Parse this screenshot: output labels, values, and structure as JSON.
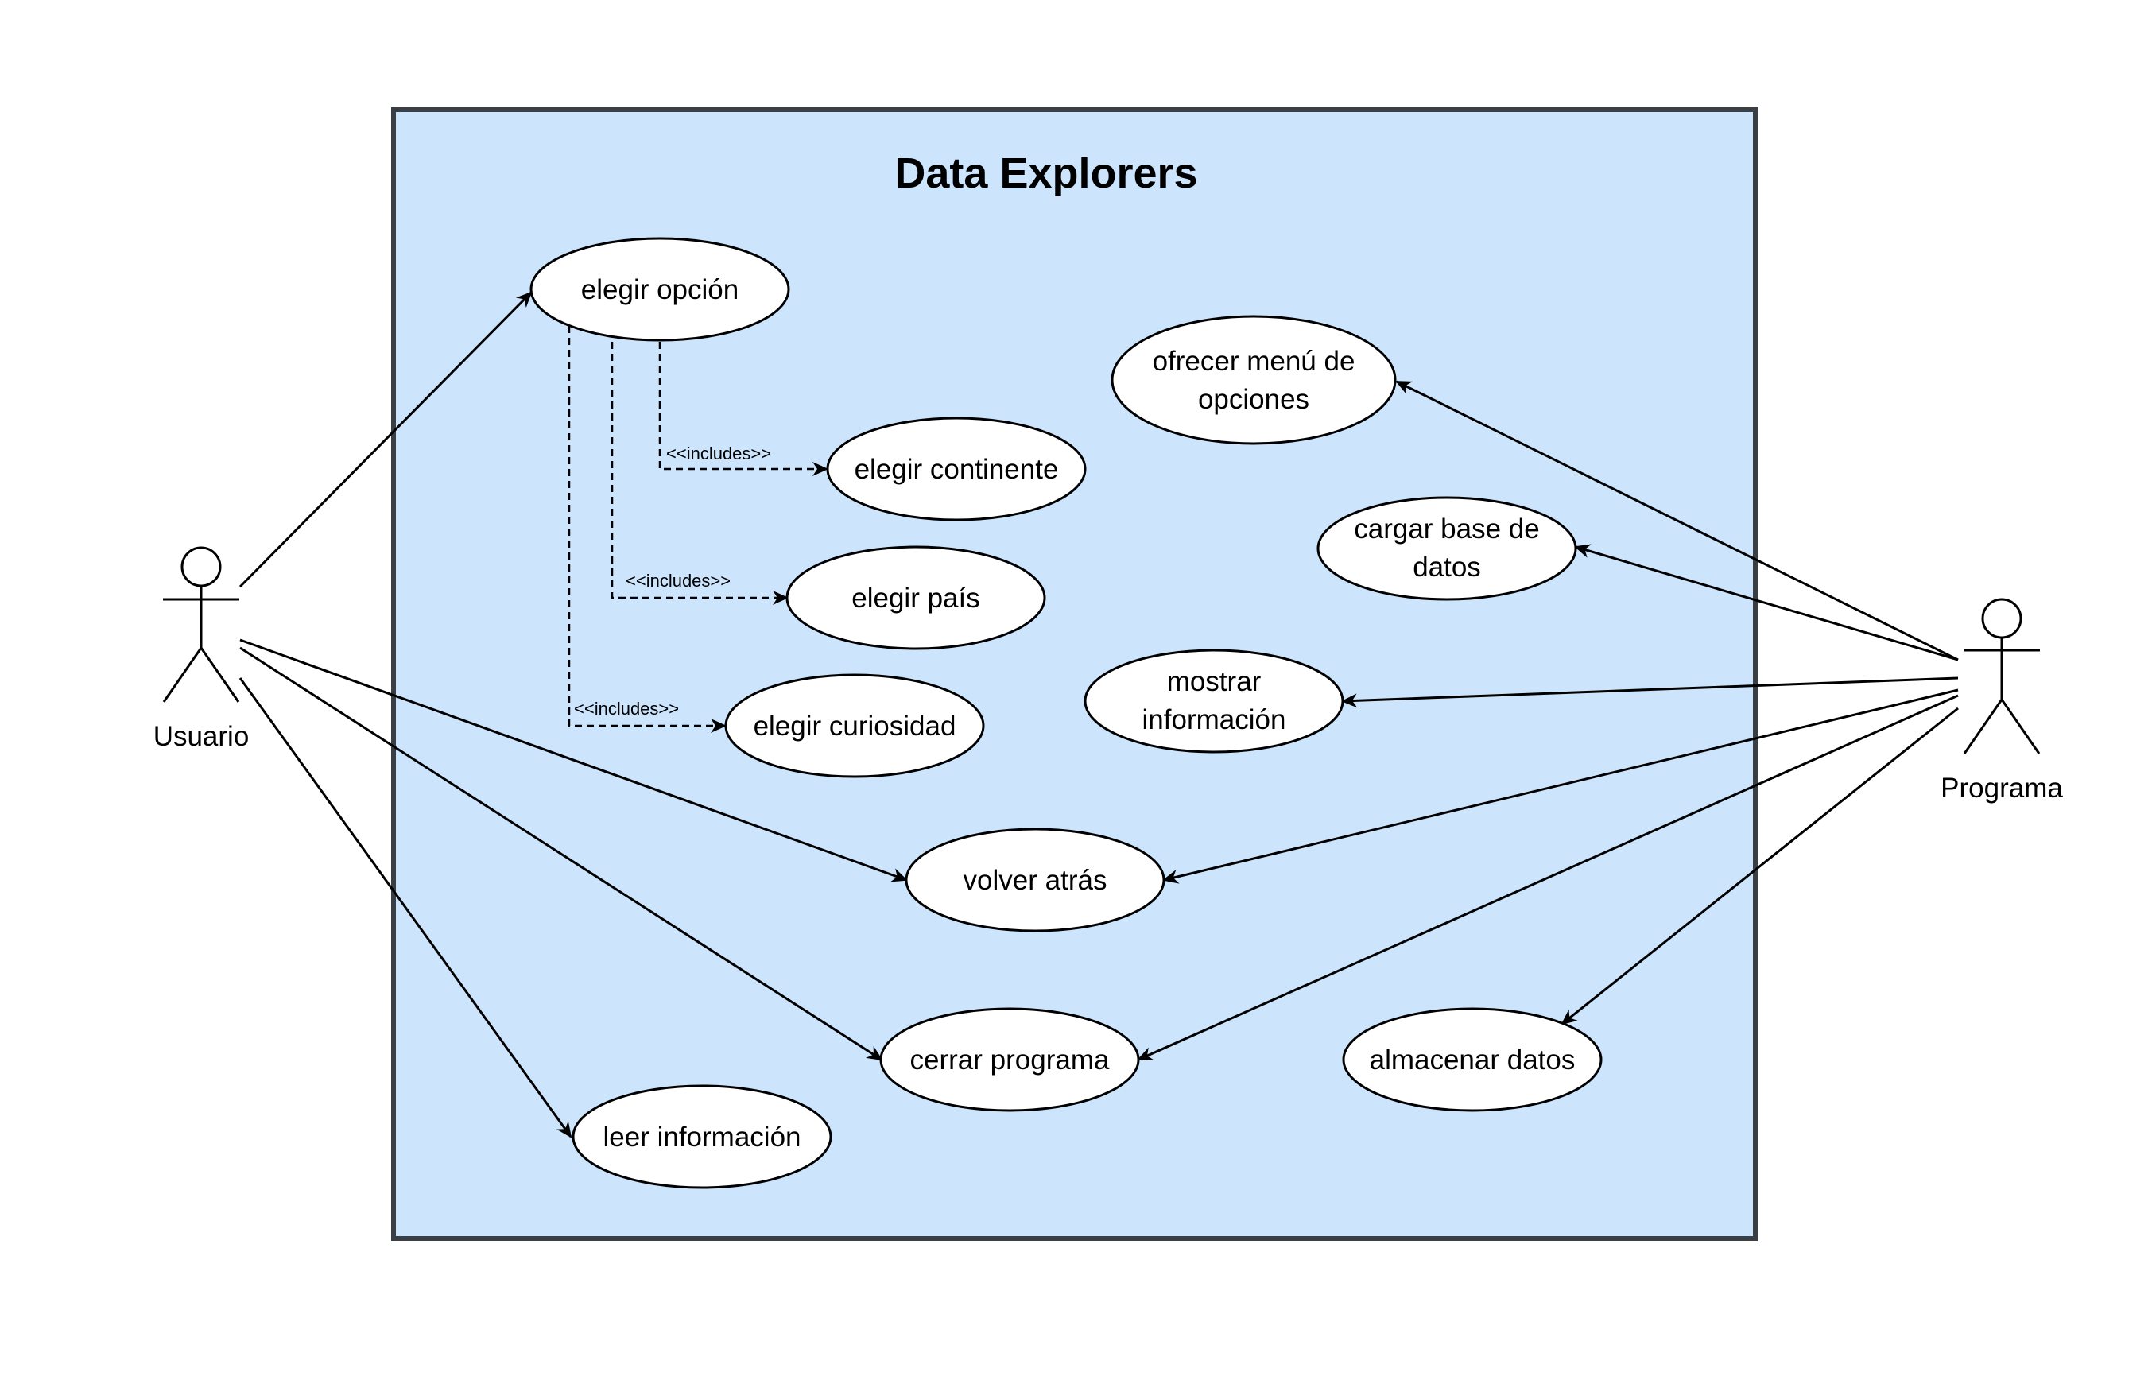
{
  "system": {
    "title": "Data Explorers",
    "fill_color": "#cce5fd",
    "border_color": "#3a3f46"
  },
  "actors": [
    {
      "id": "usuario",
      "label": "Usuario"
    },
    {
      "id": "programa",
      "label": "Programa"
    }
  ],
  "use_cases": [
    {
      "id": "elegir-opcion",
      "lines": [
        "elegir opción"
      ]
    },
    {
      "id": "elegir-continente",
      "lines": [
        "elegir continente"
      ]
    },
    {
      "id": "elegir-pais",
      "lines": [
        "elegir país"
      ]
    },
    {
      "id": "elegir-curiosidad",
      "lines": [
        "elegir curiosidad"
      ]
    },
    {
      "id": "ofrecer-menu",
      "lines": [
        "ofrecer menú de",
        "opciones"
      ]
    },
    {
      "id": "cargar-base",
      "lines": [
        "cargar base de",
        "datos"
      ]
    },
    {
      "id": "mostrar-informacion",
      "lines": [
        "mostrar",
        "información"
      ]
    },
    {
      "id": "volver-atras",
      "lines": [
        "volver atrás"
      ]
    },
    {
      "id": "cerrar-programa",
      "lines": [
        "cerrar programa"
      ]
    },
    {
      "id": "almacenar-datos",
      "lines": [
        "almacenar datos"
      ]
    },
    {
      "id": "leer-informacion",
      "lines": [
        "leer información"
      ]
    }
  ],
  "associations": [
    {
      "from": "usuario",
      "to": "elegir-opcion"
    },
    {
      "from": "usuario",
      "to": "volver-atras"
    },
    {
      "from": "usuario",
      "to": "cerrar-programa"
    },
    {
      "from": "usuario",
      "to": "leer-informacion"
    },
    {
      "from": "programa",
      "to": "ofrecer-menu"
    },
    {
      "from": "programa",
      "to": "cargar-base"
    },
    {
      "from": "programa",
      "to": "mostrar-informacion"
    },
    {
      "from": "programa",
      "to": "volver-atras"
    },
    {
      "from": "programa",
      "to": "cerrar-programa"
    },
    {
      "from": "programa",
      "to": "almacenar-datos"
    }
  ],
  "includes": [
    {
      "from": "elegir-opcion",
      "to": "elegir-continente",
      "label": "<<includes>>"
    },
    {
      "from": "elegir-opcion",
      "to": "elegir-pais",
      "label": "<<includes>>"
    },
    {
      "from": "elegir-opcion",
      "to": "elegir-curiosidad",
      "label": "<<includes>>"
    }
  ]
}
